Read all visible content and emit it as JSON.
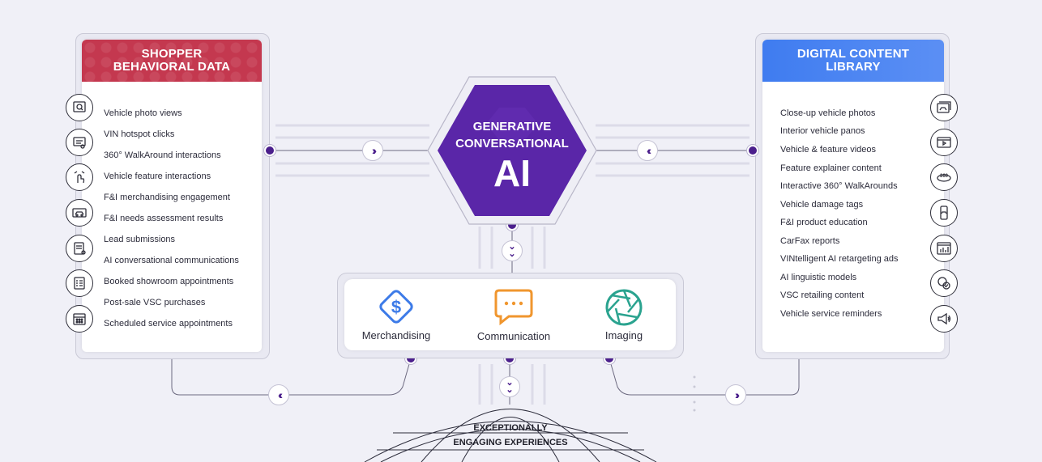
{
  "left_card": {
    "title_line1": "SHOPPER",
    "title_line2": "BEHAVIORAL DATA",
    "items": [
      {
        "label": "Vehicle photo views",
        "icon": "photo-search-icon"
      },
      {
        "label": "VIN hotspot clicks",
        "icon": "hotspot-click-icon"
      },
      {
        "label": "360° WalkAround interactions",
        "icon": ""
      },
      {
        "label": "Vehicle feature interactions",
        "icon": "hand-swipe-icon"
      },
      {
        "label": "F&I merchandising engagement",
        "icon": ""
      },
      {
        "label": "F&I needs assessment results",
        "icon": "car-dashboard-icon"
      },
      {
        "label": "Lead submissions",
        "icon": ""
      },
      {
        "label": "AI conversational communications",
        "icon": "form-click-icon"
      },
      {
        "label": "Booked showroom appointments",
        "icon": "checklist-icon"
      },
      {
        "label": "Post-sale VSC purchases",
        "icon": ""
      },
      {
        "label": "Scheduled service appointments",
        "icon": "calendar-icon"
      }
    ]
  },
  "right_card": {
    "title_line1": "DIGITAL CONTENT",
    "title_line2": "LIBRARY",
    "items": [
      {
        "label": "Close-up vehicle photos"
      },
      {
        "label": "Interior vehicle panos"
      },
      {
        "label": "Vehicle & feature videos"
      },
      {
        "label": "Feature explainer content"
      },
      {
        "label": "Interactive 360° WalkArounds"
      },
      {
        "label": "Vehicle damage tags"
      },
      {
        "label": "F&I product education"
      },
      {
        "label": "CarFax reports"
      },
      {
        "label": "VINtelligent AI retargeting ads"
      },
      {
        "label": "AI linguistic models"
      },
      {
        "label": "VSC retailing content"
      },
      {
        "label": "Vehicle service reminders"
      }
    ],
    "icons": [
      "gallery-car-icon",
      "video-play-icon",
      "rotate-360-icon",
      "mobile-car-icon",
      "dashboard-chart-icon",
      "chat-check-icon",
      "megaphone-icon"
    ]
  },
  "center": {
    "line1": "GENERATIVE",
    "line2": "CONVERSATIONAL",
    "line3": "AI"
  },
  "tools": [
    {
      "label": "Merchandising",
      "icon": "dollar-diamond-icon",
      "color": "#3d7be8"
    },
    {
      "label": "Communication",
      "icon": "chat-bubble-icon",
      "color": "#f0962e"
    },
    {
      "label": "Imaging",
      "icon": "camera-aperture-icon",
      "color": "#2aa38f"
    }
  ],
  "bottom": {
    "line1": "EXCEPTIONALLY",
    "line2": "ENGAGING EXPERIENCES"
  },
  "colors": {
    "accent_purple": "#5a26a8",
    "dot_purple": "#4b1f8c",
    "header_red": "#c4384f",
    "header_blue": "#4a84f2"
  }
}
